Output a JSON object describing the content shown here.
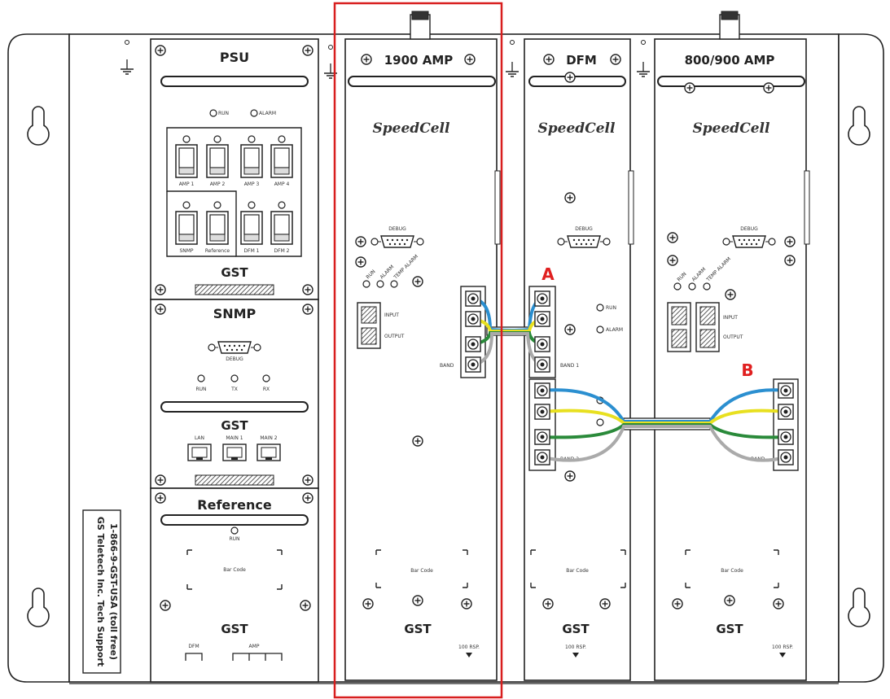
{
  "psu": {
    "title": "PSU",
    "led_run": "RUN",
    "led_alarm": "ALARM",
    "switches_top": [
      "AMP 1",
      "AMP 2",
      "AMP 3",
      "AMP 4"
    ],
    "switches_bottom": [
      "SNMP",
      "Reference",
      "DFM 1",
      "DFM 2"
    ],
    "logo": "GST"
  },
  "snmp": {
    "title": "SNMP",
    "port": "DEBUG",
    "leds": [
      "RUN",
      "TX",
      "RX"
    ],
    "logo": "GST",
    "jacks": [
      "LAN",
      "MAIN 1",
      "MAIN 2"
    ]
  },
  "reference": {
    "title": "Reference",
    "led": "RUN",
    "barcode": "Bar Code",
    "logo": "GST",
    "bottom_labels": [
      "DFM",
      "AMP"
    ]
  },
  "amp1900": {
    "title": "1900 AMP",
    "brand": "SpeedCell",
    "port": "DEBUG",
    "leds": [
      "RUN",
      "ALARM",
      "TEMP ALARM"
    ],
    "io": [
      "INPUT",
      "OUTPUT"
    ],
    "band": "BAND",
    "barcode": "Bar Code",
    "logo": "GST",
    "rsp": "100 RSP."
  },
  "dfm": {
    "title": "DFM",
    "brand": "SpeedCell",
    "port": "DEBUG",
    "leds": [
      "RUN",
      "ALARM"
    ],
    "band1": "BAND 1",
    "band2": "BAND 2",
    "barcode": "Bar Code",
    "logo": "GST",
    "rsp": "100 RSP."
  },
  "amp800": {
    "title": "800/900 AMP",
    "brand": "SpeedCell",
    "port": "DEBUG",
    "leds": [
      "RUN",
      "ALARM",
      "TEMP ALARM"
    ],
    "io": [
      "INPUT",
      "OUTPUT"
    ],
    "band": "BAND",
    "barcode": "Bar Code",
    "logo": "GST",
    "rsp": "100 RSP."
  },
  "callouts": {
    "a": "A",
    "b": "B"
  },
  "side_label": {
    "line1": "GS Teletech Inc. Tech Support",
    "line2": "1-866-9-GST-USA   (toll free)"
  },
  "colors": {
    "highlight": "#d81e1e",
    "callout": "#e02020",
    "cable_blue": "#2b8fd0",
    "cable_yellow": "#e8e020",
    "cable_green": "#2a8a3a",
    "cable_gray": "#aaaaaa"
  }
}
